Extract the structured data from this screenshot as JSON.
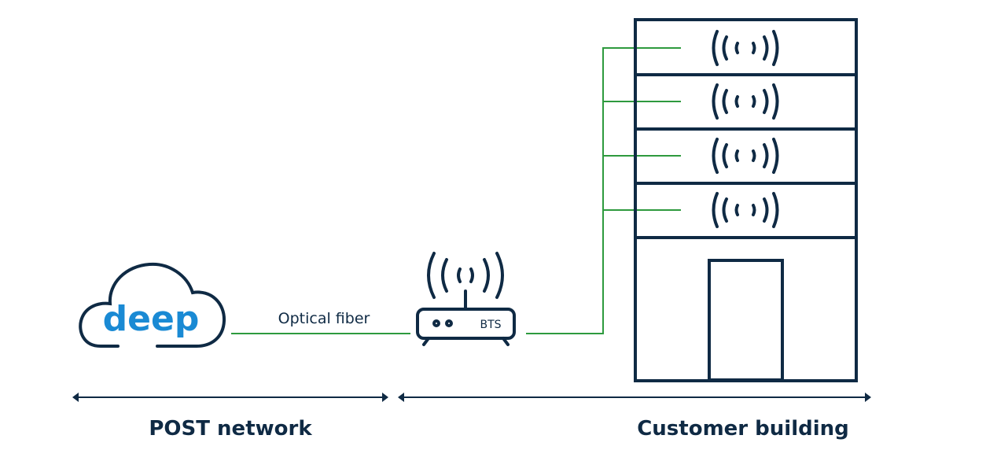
{
  "cloud": {
    "logo_text": "deep",
    "logo_color": "#1a8ad4"
  },
  "link_label": "Optical fiber",
  "bts_label": "BTS",
  "sections": {
    "left": "POST network",
    "right": "Customer building"
  },
  "colors": {
    "outline": "#0f2a44",
    "fiber": "#2e9a3e"
  },
  "floors": 4
}
